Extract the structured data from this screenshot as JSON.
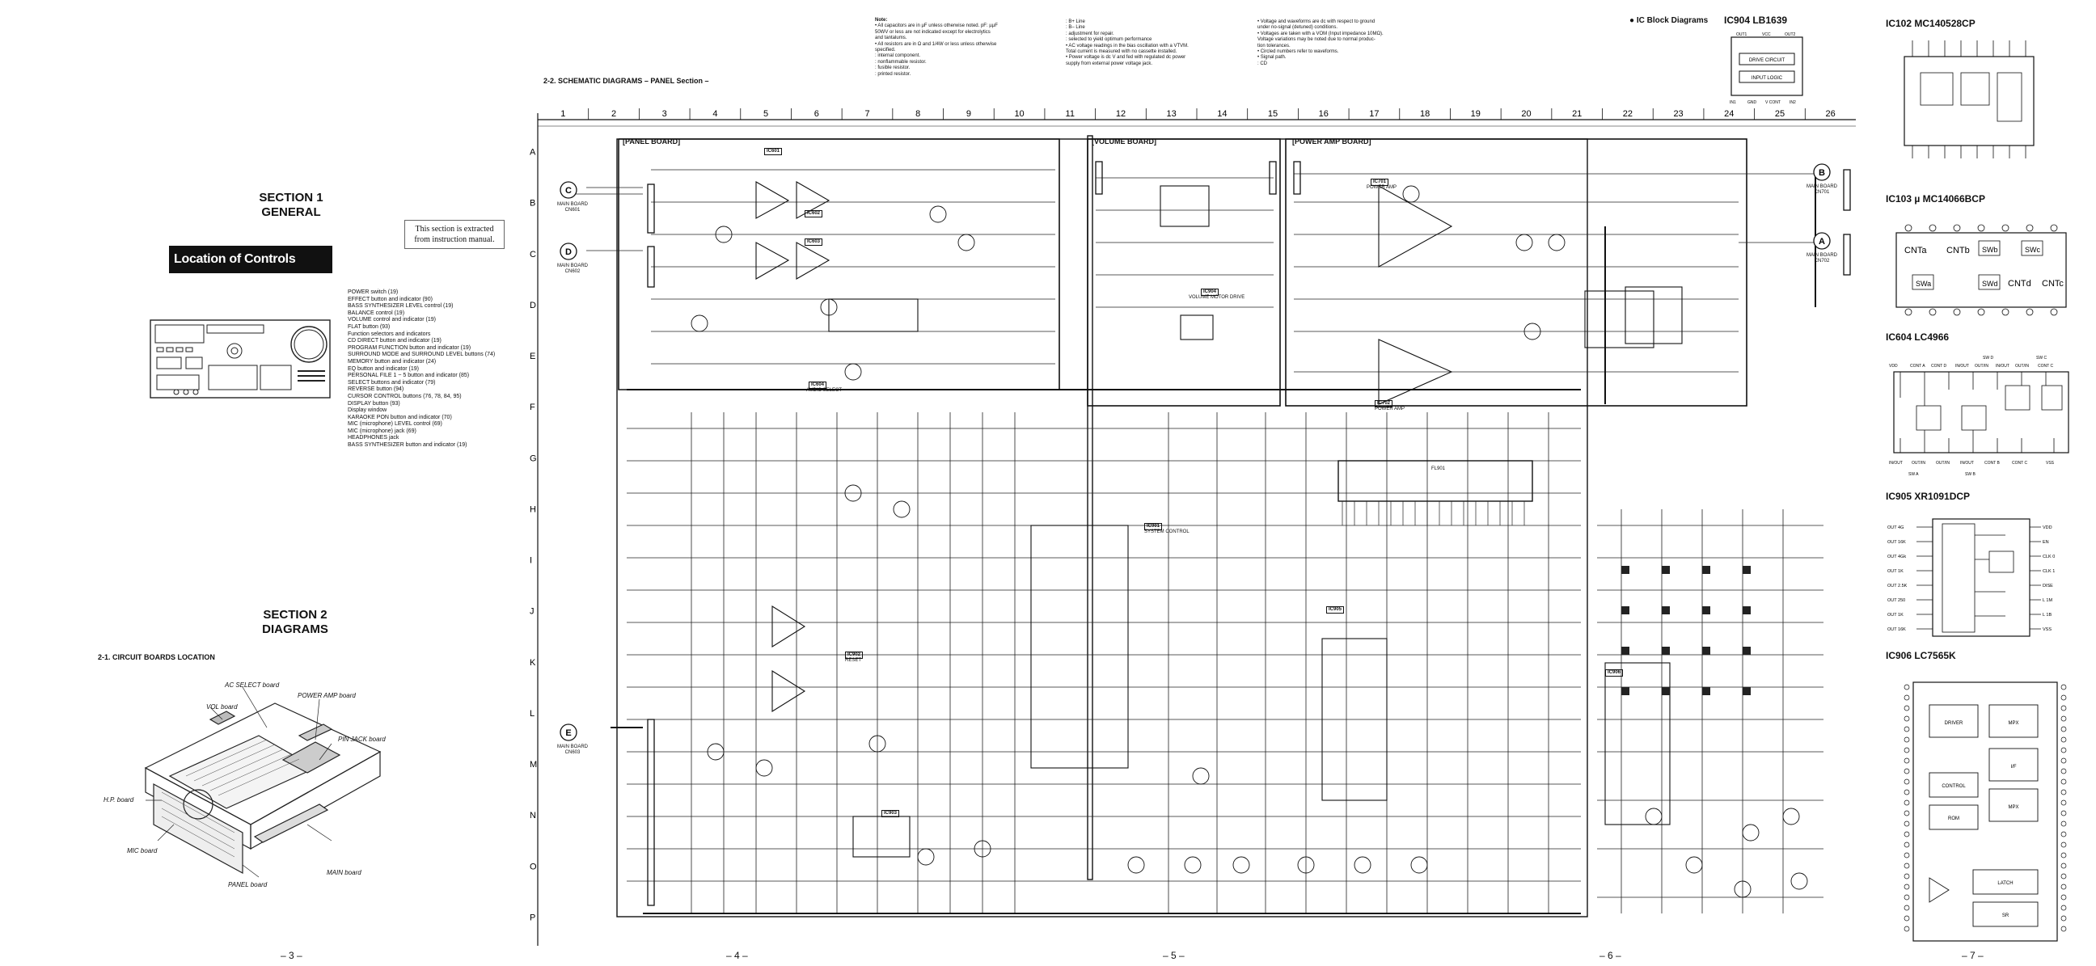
{
  "page3": {
    "section1": {
      "line1": "SECTION 1",
      "line2": "GENERAL"
    },
    "extract_note": {
      "line1": "This section is extracted",
      "line2": "from instruction manual."
    },
    "location_title": "Location of Controls",
    "control_list": [
      "POWER switch (19)",
      "EFFECT button and indicator (90)",
      "BASS SYNTHESIZER LEVEL control (19)",
      "BALANCE control (19)",
      "VOLUME control and indicator (19)",
      "FLAT button (93)",
      "Function selectors and indicators",
      "CD DIRECT button and indicator (19)",
      "PROGRAM FUNCTION button and indicator (19)",
      "SURROUND MODE and SURROUND LEVEL buttons (74)",
      "MEMORY button and indicator (24)",
      "EQ button and indicator (19)",
      "PERSONAL FILE 1 ~ 5 button and indicator (85)",
      "SELECT buttons and indicator (79)",
      "REVERSE button (94)",
      "CURSOR CONTROL buttons (76, 78, 84, 95)",
      "DISPLAY button (93)",
      "Display window",
      "KARAOKE PON button and indicator (70)",
      "MIC (microphone) LEVEL control (69)",
      "MIC (microphone) jack (69)",
      "HEADPHONES jack",
      "BASS SYNTHESIZER button and indicator (19)"
    ],
    "section2": {
      "line1": "SECTION 2",
      "line2": "DIAGRAMS"
    },
    "boards_title": "2-1. CIRCUIT BOARDS LOCATION",
    "board_labels": {
      "ac_select": "AC SELECT board",
      "power_amp": "POWER AMP board",
      "vol": "VOL board",
      "pin_jack": "PIN JACK board",
      "hp": "H.P. board",
      "mic": "MIC board",
      "panel": "PANEL board",
      "main": "MAIN board"
    },
    "page_number": "– 3 –"
  },
  "schematic": {
    "title": "2-2. SCHEMATIC DIAGRAMS – PANEL Section –",
    "col_numbers": [
      "1",
      "2",
      "3",
      "4",
      "5",
      "6",
      "7",
      "8",
      "9",
      "10",
      "11",
      "12",
      "13",
      "14",
      "15",
      "16",
      "17",
      "18",
      "19",
      "20",
      "21",
      "22",
      "23",
      "24",
      "25",
      "26"
    ],
    "row_letters": [
      "A",
      "B",
      "C",
      "D",
      "E",
      "F",
      "G",
      "H",
      "I",
      "J",
      "K",
      "L",
      "M",
      "N",
      "O",
      "P"
    ],
    "boards": {
      "panel": "[PANEL BOARD]",
      "volume": "[VOLUME BOARD]",
      "power_amp": "[POWER AMP BOARD]"
    },
    "connectors": {
      "c": "C",
      "d": "D",
      "e": "E",
      "b": "B",
      "a": "A"
    },
    "connector_captions": {
      "c": "MAIN BOARD CN601",
      "d": "MAIN BOARD CN602",
      "e": "MAIN BOARD CN603",
      "b": "MAIN BOARD CN701",
      "a": "MAIN BOARD CN702"
    },
    "ic_labels": {
      "ic601": "IC601",
      "ic602": "IC602",
      "ic603": "IC603",
      "ic604": "IC604",
      "ic701": "IC701",
      "ic702": "IC702",
      "ic901": "IC901",
      "ic902": "IC902",
      "ic903": "IC903",
      "ic904": "IC904",
      "ic905": "IC905",
      "ic906": "IC906",
      "fl901": "FL901"
    },
    "ic_function_labels": {
      "ic604": "AUDIO SELECT",
      "ic701": "POWER AMP",
      "ic702": "POWER AMP",
      "ic901": "SYSTEM CONTROL",
      "ic902": "RESET",
      "ic904": "VOLUME MOTOR DRIVE"
    },
    "page_numbers": [
      "– 4 –",
      "– 5 –",
      "– 6 –"
    ]
  },
  "notes": {
    "heading": "Note:",
    "col1": [
      "•  All capacitors are in µF unless otherwise noted. pF: µµF",
      "   50WV or less are not indicated except for electrolytics",
      "   and tantalums.",
      "•  All resistors are in Ω and 1/4W or less unless otherwise",
      "   specified.",
      "   : internal component.",
      "   : nonflammable resistor.",
      "   : fusible resistor.",
      "   : printed resistor."
    ],
    "col2": [
      "   : B+ Line",
      "   : B– Line",
      "   : adjustment for repair.",
      "   : selected to yield optimum performance",
      "•  AC voltage readings in the bias oscillation with a VTVM.",
      "   Total current is measured with no cassette installed.",
      "•  Power voltage is dc     V and fed with regulated dc power",
      "   supply from external power voltage jack."
    ],
    "col3": [
      "•  Voltage and waveforms are dc with respect to ground",
      "   under no-signal (detuned) conditions.",
      "•  Voltages are taken with a VOM (Input impedance 10MΩ).",
      "   Voltage variations may be noted due to normal produc-",
      "   tion tolerances.",
      "•  Circled numbers refer to waveforms.",
      "•  Signal path.",
      "   : CD"
    ]
  },
  "ic_blocks": {
    "heading": "● IC Block Diagrams",
    "ic904": {
      "title": "IC904  LB1639",
      "pins_top": [
        "OUT1",
        "VCC",
        "OUT2"
      ],
      "pins_bottom": [
        "IN1",
        "GND",
        "V CONT",
        "IN2"
      ],
      "blocks": [
        "DRIVE CIRCUIT",
        "INPUT LOGIC"
      ]
    },
    "ic102": {
      "title": "IC102  MC140528CP"
    },
    "ic103": {
      "title": "IC103 µ MC14066BCP",
      "cells": [
        "CNTa",
        "CNTb",
        "SWb",
        "SWc",
        "SWa",
        "SWd",
        "CNTd",
        "CNTc"
      ]
    },
    "ic604": {
      "title": "IC604  LC4966",
      "pins_top": [
        "VDD",
        "CONT A",
        "CONT D",
        "IN/OUT",
        "OUT/IN",
        "IN/OUT",
        "OUT/IN",
        "CONT C"
      ],
      "pins_bottom": [
        "IN/OUT",
        "OUT/IN",
        "OUT/IN",
        "IN/OUT",
        "CONT B",
        "CONT C",
        "VSS"
      ],
      "sw_labels": [
        "SW A",
        "SW B",
        "SW C",
        "SW D"
      ]
    },
    "ic905": {
      "title": "IC905  XR1091DCP",
      "left_pins": [
        "OUT 4G",
        "OUT 16K",
        "OUT 4Gk",
        "OUT 1K",
        "OUT 2.5K",
        "OUT 250",
        "OUT 1K",
        "OUT 16K"
      ],
      "right_pins": [
        "VDD",
        "EN",
        "CLK 0",
        "CLK 1",
        "DISE",
        "L 1M",
        "L 1B",
        "VSS"
      ]
    },
    "ic906": {
      "title": "IC906  LC7565K",
      "blocks": [
        "DRIVER",
        "MPX",
        "I/F",
        "MPX",
        "CONTROL",
        "ROM",
        "LATCH",
        "SR"
      ]
    },
    "page_number": "– 7 –"
  }
}
